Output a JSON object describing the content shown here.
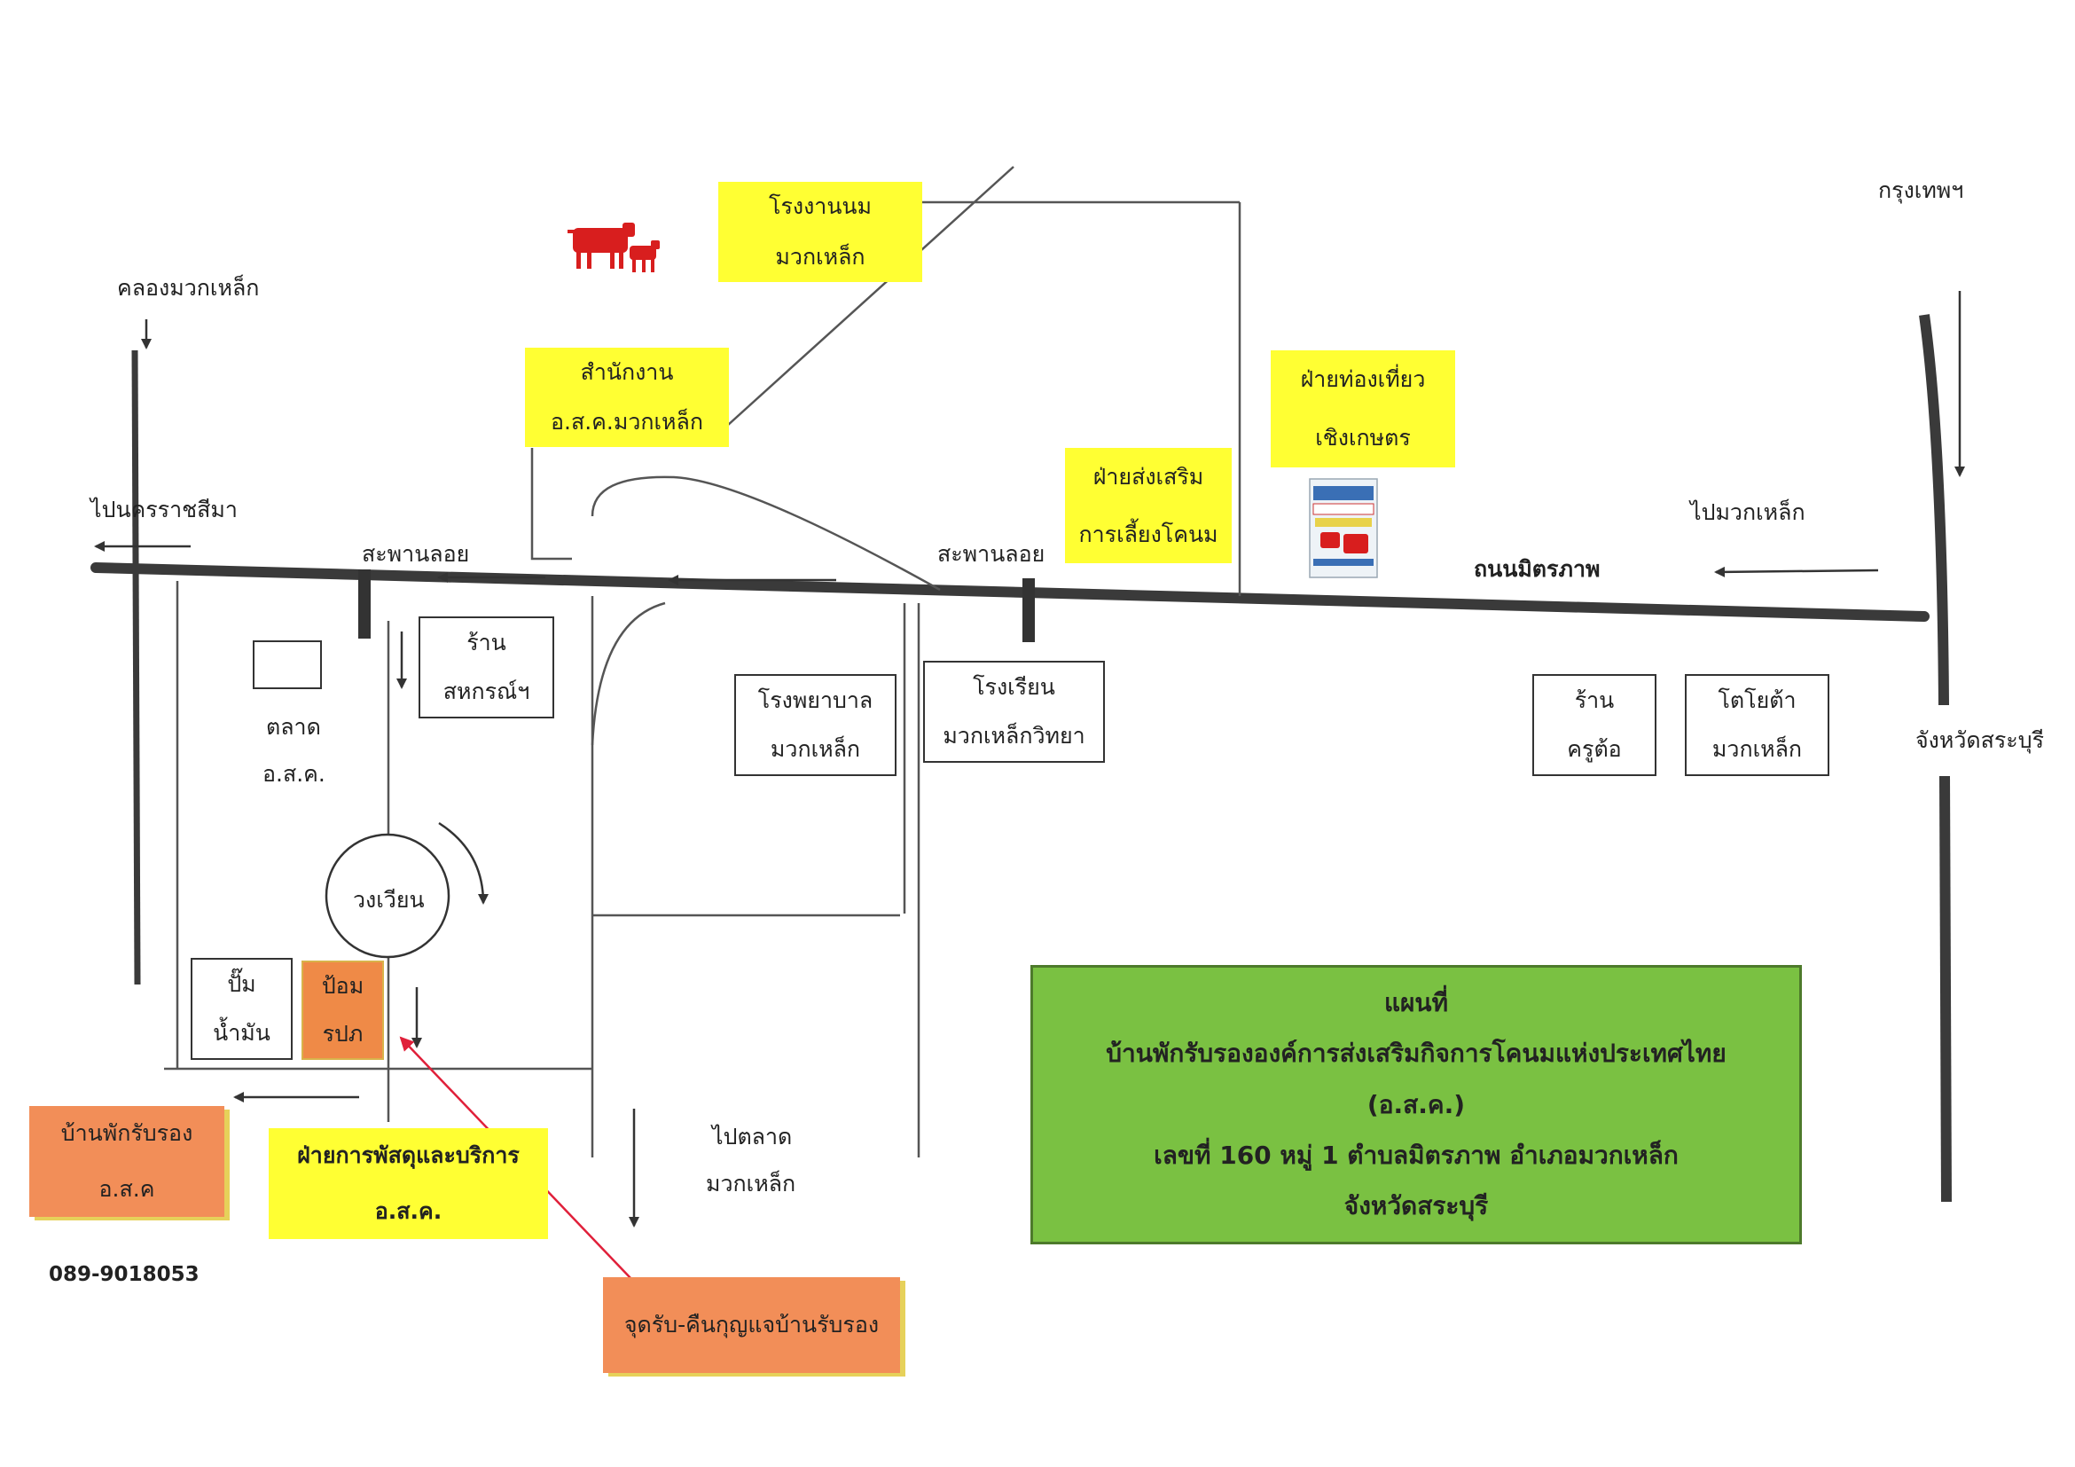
{
  "labels": {
    "bangkok": "กรุงเทพฯ",
    "khlong_muak_lek": "คลองมวกเหล็ก",
    "to_nakhon_ratchasima": "ไปนครราชสีมา",
    "floating_bridge_left": "สะพานลอย",
    "floating_bridge_right": "สะพานลอย",
    "to_muak_lek": "ไปมวกเหล็ก",
    "mittraphap_road": "ถนนมิตรภาพ",
    "saraburi": "จังหวัดสระบุรี",
    "market_line1": "ตลาด",
    "market_line2": "อ.ส.ค.",
    "roundabout": "วงเวียน",
    "to_market_line1": "ไปตลาด",
    "to_market_line2": "มวกเหล็ก",
    "phone": "089-9018053"
  },
  "places": {
    "milk_factory": [
      "โรงงานนม",
      "มวกเหล็ก"
    ],
    "office": [
      "สำนักงาน",
      "อ.ส.ค.มวกเหล็ก"
    ],
    "agro_tourism": [
      "ฝ่ายท่องเที่ยว",
      "เชิงเกษตร"
    ],
    "cattle_promotion": [
      "ฝ่ายส่งเสริม",
      "การเลี้ยงโคนม"
    ],
    "coop_shop": [
      "ร้าน",
      "สหกรณ์ฯ"
    ],
    "hospital": [
      "โรงพยาบาล",
      "มวกเหล็ก"
    ],
    "school": [
      "โรงเรียน",
      "มวกเหล็กวิทยา"
    ],
    "krutoa_shop": [
      "ร้าน",
      "ครูต้อ"
    ],
    "toyota": [
      "โตโยต้า",
      "มวกเหล็ก"
    ],
    "gas_station": [
      "ปั๊ม",
      "น้ำมัน"
    ],
    "security_post": [
      "ป้อม",
      "รปภ"
    ],
    "guest_house": [
      "บ้านพักรับรอง",
      "อ.ส.ค"
    ],
    "supplies_dept": [
      "ฝ่ายการพัสดุและบริการ",
      "อ.ส.ค."
    ],
    "key_point": "จุดรับ-คืนกุญแจบ้านรับรอง"
  },
  "info_box": {
    "title": "แผนที่",
    "name": "บ้านพักรับรององค์การส่งเสริมกิจการโคนมแห่งประเทศไทย",
    "abbr": "(อ.ส.ค.)",
    "address": "เลขที่ 160 หมู่ 1 ตำบลมิตรภาพ อำเภอมวกเหล็ก",
    "province": "จังหวัดสระบุรี"
  },
  "icons": {
    "cow": "cow-with-calf-icon",
    "milk_carton": "milk-carton-icon"
  },
  "colors": {
    "yellow": "#ffff33",
    "orange": "#f28e58",
    "green": "#7ac142",
    "road": "#3a3a3a",
    "pointer": "#e0203a",
    "cow": "#d81e1e"
  }
}
